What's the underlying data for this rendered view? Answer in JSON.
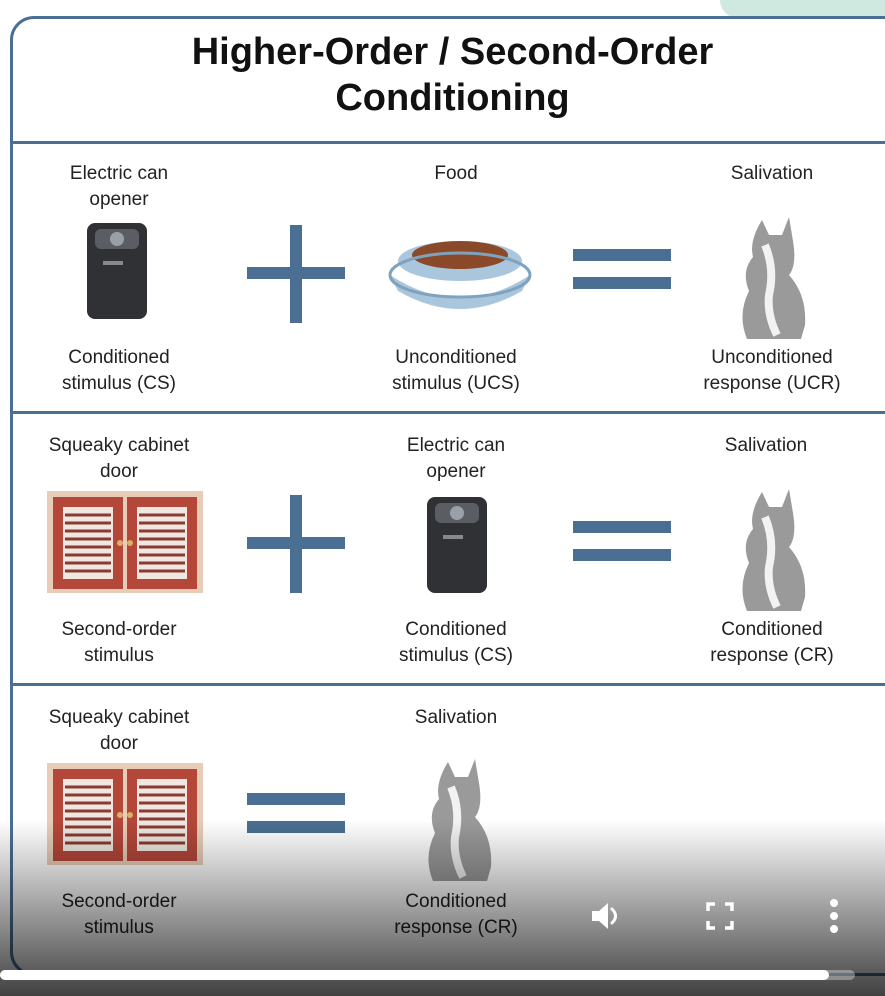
{
  "title": {
    "line1": "Higher-Order / Second-Order",
    "line2": "Conditioning"
  },
  "rows": [
    {
      "top_labels": [
        "Electric can\nopener",
        "Food",
        "Salivation"
      ],
      "bottom_labels": [
        "Conditioned\nstimulus (CS)",
        "Unconditioned\nstimulus (UCS)",
        "Unconditioned\nresponse (UCR)"
      ]
    },
    {
      "top_labels": [
        "Squeaky cabinet\ndoor",
        "Electric can\nopener",
        "Salivation"
      ],
      "bottom_labels": [
        "Second-order\nstimulus",
        "Conditioned\nstimulus (CS)",
        "Conditioned\nresponse (CR)"
      ]
    },
    {
      "top_labels": [
        "Squeaky cabinet\ndoor",
        "Salivation"
      ],
      "bottom_labels": [
        "Second-order\nstimulus",
        "Conditioned\nresponse (CR)"
      ]
    }
  ],
  "player": {
    "progress": 0.97,
    "controls": [
      "volume-icon",
      "fullscreen-icon",
      "more-options-icon"
    ]
  },
  "colors": {
    "accent": "#4a6f92",
    "door": "#b5463a",
    "opener": "#2f3135",
    "bowl": "#a9c6dc",
    "food": "#8a4a2a",
    "cat": "#9a9a9a"
  }
}
